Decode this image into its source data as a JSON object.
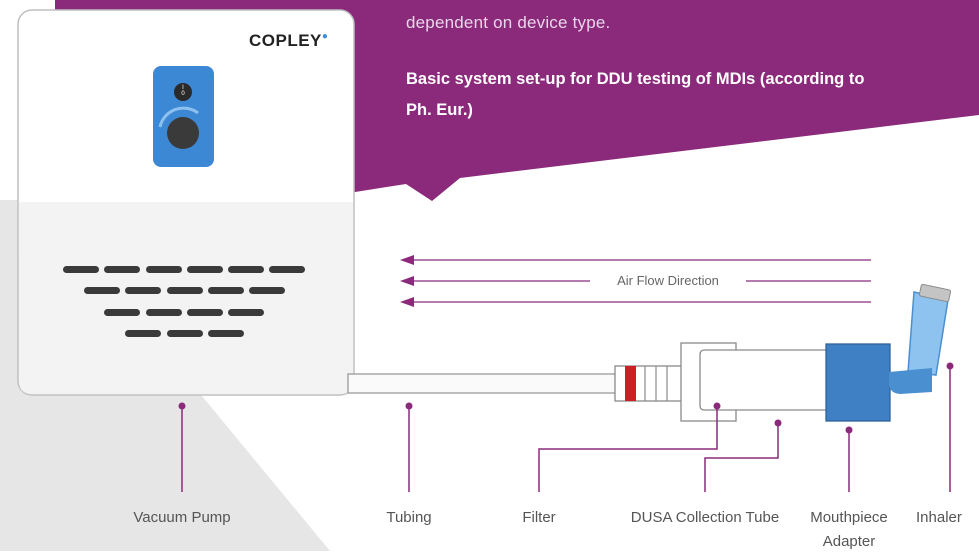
{
  "intro_text": "dependent on device type.",
  "heading": "Basic system set-up for DDU testing of MDIs (according to Ph. Eur.)",
  "brand": "COPLEY",
  "switch_marks": [
    "I",
    "0"
  ],
  "flow_label": "Air Flow Direction",
  "components": [
    {
      "id": "vacuum-pump",
      "label": "Vacuum Pump"
    },
    {
      "id": "tubing",
      "label": "Tubing"
    },
    {
      "id": "filter",
      "label": "Filter"
    },
    {
      "id": "dusa-collection-tube",
      "label": "DUSA Collection Tube"
    },
    {
      "id": "mouthpiece-adapter",
      "label": "Mouthpiece Adapter"
    },
    {
      "id": "inhaler",
      "label": "Inhaler"
    }
  ],
  "colors": {
    "banner": "#8b2a7b",
    "leader": "#8b2a7b",
    "pump_panel": "#3d88d4",
    "adapter": "#3f7fc4",
    "filter_band": "#cc2027",
    "background_shape": "#e6e6e6"
  }
}
